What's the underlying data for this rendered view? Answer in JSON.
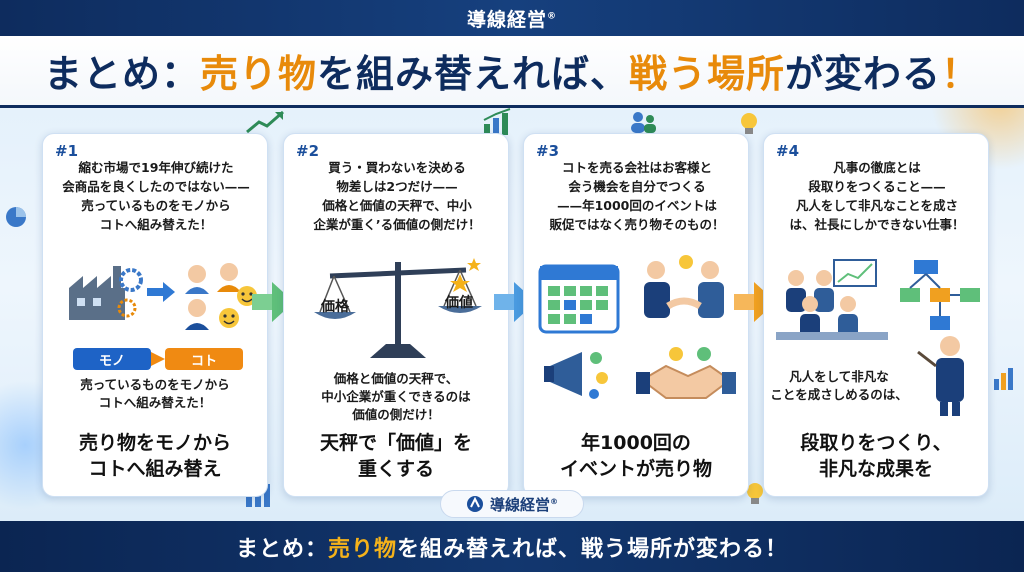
{
  "brand": {
    "name": "導線経営",
    "mark": "®"
  },
  "title": {
    "prefix": "まとめ：",
    "hl1": "売り物",
    "mid1": "を組み替えれば、",
    "hl2": "戦う場所",
    "mid2": "が変わる",
    "end": "！"
  },
  "cards": [
    {
      "num": "#1",
      "intro_lines": [
        "縮む市場で19年伸び続けた",
        "会商品を良くしたのではない——",
        "売っているものをモノから",
        "コトへ組み替えた！"
      ],
      "tag_left": "モノ",
      "tag_right": "コト",
      "mid_lines": [
        "売っているものをモノから",
        "コトへ組み替えた！"
      ],
      "big_lines": [
        "売り物をモノから",
        "コトへ組み替え"
      ]
    },
    {
      "num": "#2",
      "intro_lines": [
        "買う・買わないを決める",
        "物差しは2つだけ——",
        "価格と価値の天秤で、中小",
        "企業が重く’る価値の側だけ！"
      ],
      "scale_left": "価格",
      "scale_right": "価値",
      "mid_lines": [
        "価格と価値の天秤で、",
        "中小企業が重くできるのは",
        "価値の側だけ！"
      ],
      "big_lines": [
        "天秤で「価値」を",
        "重くする"
      ]
    },
    {
      "num": "#3",
      "intro_lines": [
        "コトを売る会社はお客様と",
        "会う機会を自分でつくる",
        "——年1000回のイベントは",
        "販促ではなく売り物そのもの！"
      ],
      "big_lines": [
        "年1000回の",
        "イベントが売り物"
      ]
    },
    {
      "num": "#4",
      "intro_lines": [
        "凡事の徹底とは",
        "段取りをつくること——",
        "凡人をして非凡なことを成さ",
        "は、社長にしかできない仕事！"
      ],
      "mid_lines": [
        "凡人をして非凡な",
        "ことを成さしめるのは、"
      ],
      "big_lines": [
        "段取りをつくり、",
        "非凡な成果を"
      ]
    }
  ],
  "footer": {
    "prefix": "まとめ：",
    "hl": "売り物",
    "rest": "を組み替えれば、戦う場所が変わる！"
  },
  "colors": {
    "navy": "#0e2c5e",
    "orange": "#e88a0a",
    "blue_tag": "#1e63c6",
    "orange_tag": "#f08a12"
  },
  "icons": [
    "factory-icon",
    "gear-icon",
    "people-icon",
    "smile-icon",
    "scale-icon",
    "star-icon",
    "calendar-icon",
    "handshake-icon",
    "megaphone-icon",
    "flowchart-icon",
    "presenter-icon",
    "lightbulb-icon",
    "chart-icon"
  ]
}
